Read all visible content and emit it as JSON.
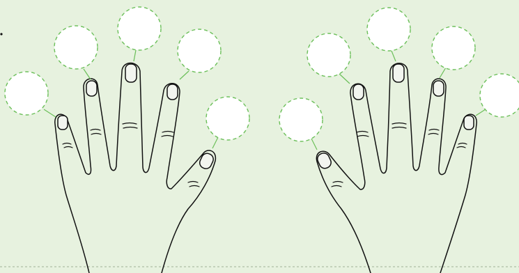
{
  "diagram": {
    "colors": {
      "background": "#e7f2df",
      "slot_stroke": "#6bbf59",
      "slot_fill": "#ffffff",
      "outline": "#111111",
      "baseline": "#9fb396"
    },
    "hands": [
      {
        "id": "left-hand",
        "fingers": [
          {
            "id": "pinky",
            "label": ""
          },
          {
            "id": "ring",
            "label": ""
          },
          {
            "id": "middle",
            "label": ""
          },
          {
            "id": "index",
            "label": ""
          },
          {
            "id": "thumb",
            "label": ""
          }
        ]
      },
      {
        "id": "right-hand",
        "fingers": [
          {
            "id": "thumb",
            "label": ""
          },
          {
            "id": "index",
            "label": ""
          },
          {
            "id": "middle",
            "label": ""
          },
          {
            "id": "ring",
            "label": ""
          },
          {
            "id": "pinky",
            "label": ""
          }
        ]
      }
    ]
  }
}
